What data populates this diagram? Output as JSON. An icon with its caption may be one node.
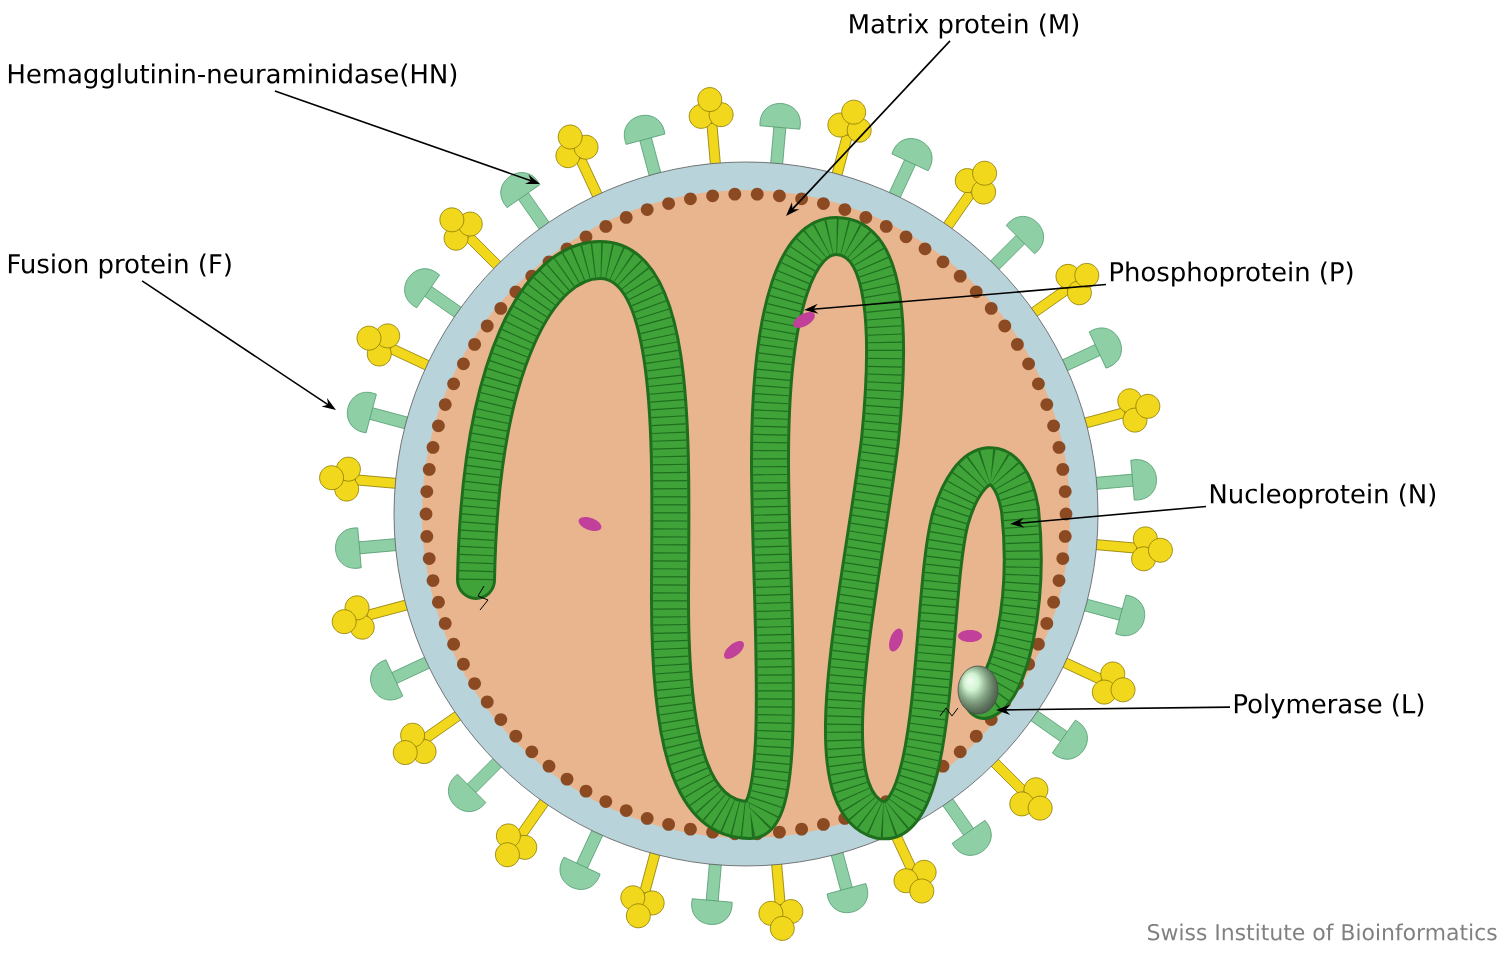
{
  "diagram": {
    "nodes": [
      {
        "text": [
          "Hemagglutinin-neuraminidase(HN)"
        ]
      },
      {
        "text": [
          "Matrix protein (M)"
        ]
      },
      {
        "text": [
          "Fusion protein (F)"
        ]
      },
      {
        "text": [
          "Phosphoprotein  (P)"
        ]
      },
      {
        "text": [
          "Nucleoprotein  (N)"
        ]
      },
      {
        "text": [
          "Polymerase  (L)"
        ]
      }
    ],
    "edges": [
      {
        "from": 0,
        "to": null,
        "arrow": "to"
      },
      {
        "from": 1,
        "to": null,
        "arrow": "to"
      },
      {
        "from": 2,
        "to": null,
        "arrow": "to"
      },
      {
        "from": 3,
        "to": null,
        "arrow": "to"
      },
      {
        "from": 4,
        "to": null,
        "arrow": "to"
      },
      {
        "from": 5,
        "to": null,
        "arrow": "to"
      }
    ],
    "labels": [
      "Swiss Institute of Bioinformatics"
    ]
  }
}
